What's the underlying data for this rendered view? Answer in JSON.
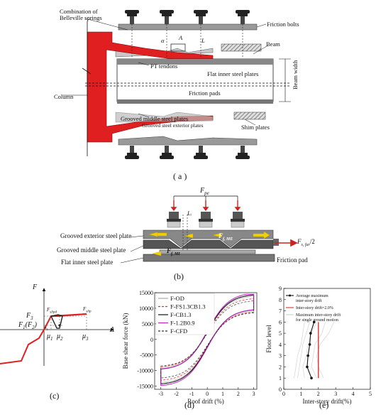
{
  "panel_a": {
    "caption": "( a )",
    "labels": {
      "combination": "Combination of\nBelleville springs",
      "friction_bolts": "Friction bolts",
      "alpha": "α",
      "A": "A",
      "L": "L",
      "beam": "Beam",
      "pt_tendons": "PT tendons",
      "flat_inner": "Flat inner steel plates",
      "column": "Column",
      "friction_pads": "Friction pads",
      "beam_width": "Beam width",
      "grooved_middle": "Grooved middle steel plates",
      "grooved_exterior": "Grooved steel exterior plates",
      "shim": "Shim plates"
    }
  },
  "panel_b": {
    "caption": "(b)",
    "labels": {
      "fpe": "F",
      "fpe_sub": "pe",
      "grooved_exterior": "Grooved exterior steel plate",
      "grooved_middle": "Grooved middle steel plate",
      "flat_inner": "Flat inner steel plate",
      "friction_pad": "Friction pad",
      "f_me": "F",
      "f_me_sub": "f, ME",
      "f_mi": "F",
      "f_mi_sub": "f, MI",
      "f_sfur": "F",
      "f_sfur_sub": "s, fur",
      "f_sfur_tail": "/2",
      "li": "Lᵢ"
    }
  },
  "panel_c": {
    "caption": "(c)",
    "labels": {
      "F": "F",
      "delta": "Δ",
      "F3": "F",
      "F3_sub": "3",
      "F1F2": "F",
      "F1F2_sub": "1",
      "F1F2_tail": "(F",
      "F1F2_sub2": "2",
      "F1F2_end": ")",
      "mu1": "μ",
      "mu1_sub": "1",
      "mu2": "μ",
      "mu2_sub": "2",
      "mu3": "μ",
      "mu3_sub": "3",
      "f_slip": "F",
      "f_slip_sub": "slip",
      "f_slipd": "F",
      "f_slipd_sub": "slipd",
      "k1": "k",
      "k1_sub": "1"
    }
  },
  "panel_d": {
    "caption": "(d)",
    "chart_data": {
      "type": "line",
      "xlabel": "Roof drift (%)",
      "ylabel": "Base shear force (kN)",
      "xlim": [
        -3.4,
        3.2
      ],
      "ylim": [
        -16000,
        15000
      ],
      "xticks": [
        "-3",
        "-2",
        "-1",
        "0",
        "1",
        "2",
        "3"
      ],
      "yticks": [
        "15000",
        "10000",
        "5000",
        "0",
        "-5000",
        "-10000",
        "-15000"
      ],
      "legend": "top-left",
      "series": [
        {
          "name": "F-OD",
          "color": "#aaaaaa"
        },
        {
          "name": "F-FS1.3CB1.3",
          "color": "#e03030"
        },
        {
          "name": "F-CB1.3",
          "color": "#111111"
        },
        {
          "name": "F-1.2B0.9",
          "color": "#c020c0"
        },
        {
          "name": "F-CFD",
          "color": "#333333"
        }
      ]
    }
  },
  "panel_e": {
    "caption": "(e)",
    "chart_data": {
      "type": "line",
      "xlabel": "Inter-story drift(%)",
      "ylabel": "Floor level",
      "xlim": [
        0,
        5
      ],
      "ylim": [
        0,
        9
      ],
      "xticks": [
        "0",
        "1",
        "2",
        "3",
        "4",
        "5"
      ],
      "yticks": [
        "0",
        "1",
        "2",
        "3",
        "4",
        "5",
        "6",
        "7",
        "8",
        "9"
      ],
      "legend": "top-right",
      "series": [
        {
          "name": "Average maximum\ninter-story drift",
          "floors": [
            1,
            2,
            3,
            4,
            5,
            6
          ],
          "drift": [
            1.6,
            1.35,
            1.4,
            1.5,
            1.55,
            1.75
          ],
          "color": "#111111"
        },
        {
          "name": "Inter-story drift=2.0%",
          "x": 2.0,
          "color": "#e03030"
        },
        {
          "name": "Maximum inter-story drift\nfor single ground motion",
          "color": "#cccccc"
        }
      ]
    }
  }
}
